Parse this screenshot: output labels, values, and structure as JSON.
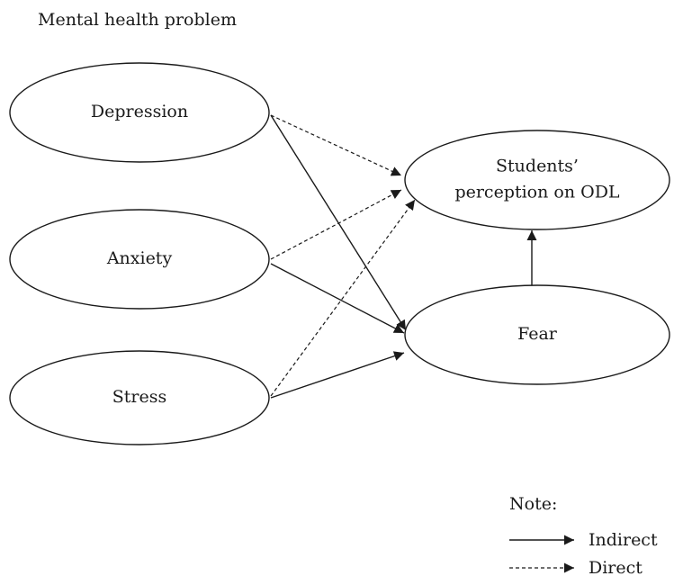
{
  "heading": "Mental health problem",
  "nodes": {
    "depression": {
      "lines": [
        "Depression"
      ]
    },
    "anxiety": {
      "lines": [
        "Anxiety"
      ]
    },
    "stress": {
      "lines": [
        "Stress"
      ]
    },
    "perception": {
      "lines": [
        "Students’",
        "perception on ODL"
      ]
    },
    "fear": {
      "lines": [
        "Fear"
      ]
    }
  },
  "edges": [
    {
      "from": "depression",
      "to": "perception",
      "style": "dashed"
    },
    {
      "from": "anxiety",
      "to": "perception",
      "style": "dashed"
    },
    {
      "from": "stress",
      "to": "perception",
      "style": "dashed"
    },
    {
      "from": "depression",
      "to": "fear",
      "style": "solid"
    },
    {
      "from": "anxiety",
      "to": "fear",
      "style": "solid"
    },
    {
      "from": "stress",
      "to": "fear",
      "style": "solid"
    },
    {
      "from": "fear",
      "to": "perception",
      "style": "solid"
    }
  ],
  "legend": {
    "title": "Note:",
    "indirect": "Indirect",
    "direct": "Direct"
  },
  "colors": {
    "stroke": "#1a1a1a",
    "background": "#ffffff"
  }
}
